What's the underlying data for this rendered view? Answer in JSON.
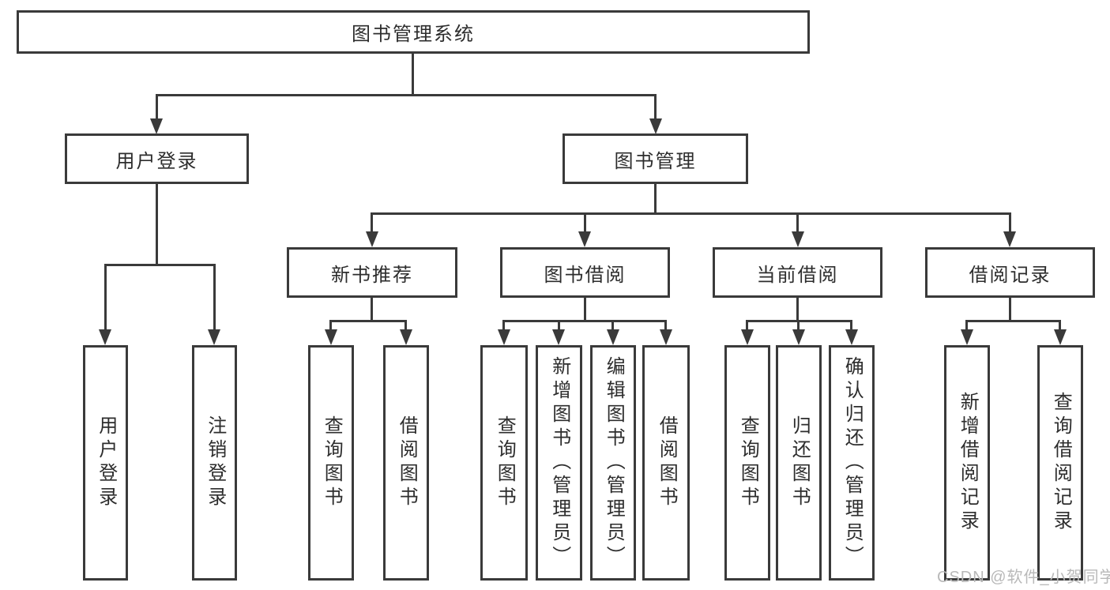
{
  "diagram": {
    "tree": {
      "root": {
        "label": "图书管理系统"
      },
      "children": [
        {
          "label": "用户登录",
          "children": [
            {
              "label": "用户登录"
            },
            {
              "label": "注销登录"
            }
          ]
        },
        {
          "label": "图书管理",
          "children": [
            {
              "label": "新书推荐",
              "children": [
                {
                  "label": "查询图书"
                },
                {
                  "label": "借阅图书"
                }
              ]
            },
            {
              "label": "图书借阅",
              "children": [
                {
                  "label": "查询图书"
                },
                {
                  "label": "新增图书（管理员）"
                },
                {
                  "label": "编辑图书（管理员）"
                },
                {
                  "label": "借阅图书"
                }
              ]
            },
            {
              "label": "当前借阅",
              "children": [
                {
                  "label": "查询图书"
                },
                {
                  "label": "归还图书"
                },
                {
                  "label": "确认归还（管理员）"
                }
              ]
            },
            {
              "label": "借阅记录",
              "children": [
                {
                  "label": "新增借阅记录"
                },
                {
                  "label": "查询借阅记录"
                }
              ]
            }
          ]
        }
      ]
    },
    "watermark": {
      "text": "CSDN @软件_小贺同学"
    },
    "colors": {
      "line": "#3a3a3a",
      "box_fill": "#ffffff",
      "text": "#2d2d2d",
      "watermark": "#b9b9b9",
      "background": "#ffffff"
    }
  }
}
